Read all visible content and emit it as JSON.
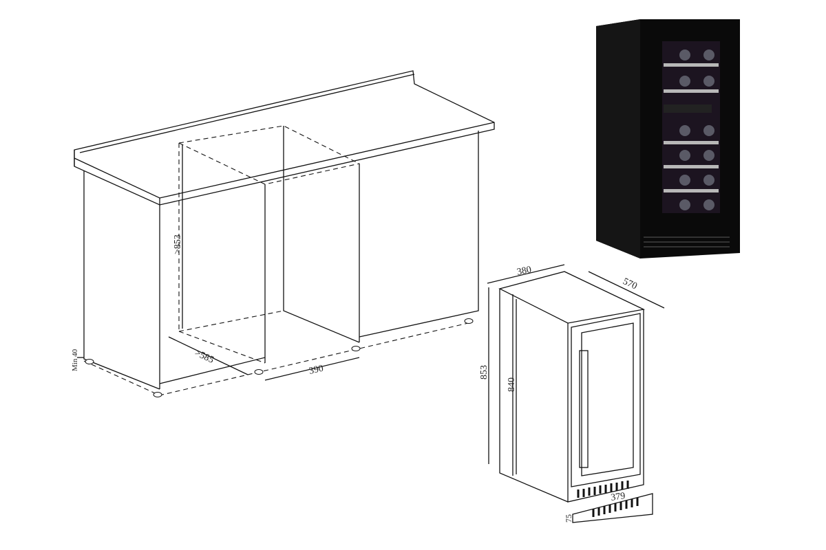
{
  "installation_drawing": {
    "min_height_label": ">853",
    "min_depth_label": ">585",
    "width_label": "390",
    "floor_gap_label": "Min 40"
  },
  "appliance_drawing": {
    "width_label": "380",
    "depth_label": "570",
    "total_height_label": "853",
    "body_height_label": "840",
    "kick_plate_width_label": "379",
    "kick_plate_height_label": "75"
  },
  "product_photo": {
    "cabinet_color": "#0a0a0a",
    "shelf_color": "#b8b8b8"
  }
}
